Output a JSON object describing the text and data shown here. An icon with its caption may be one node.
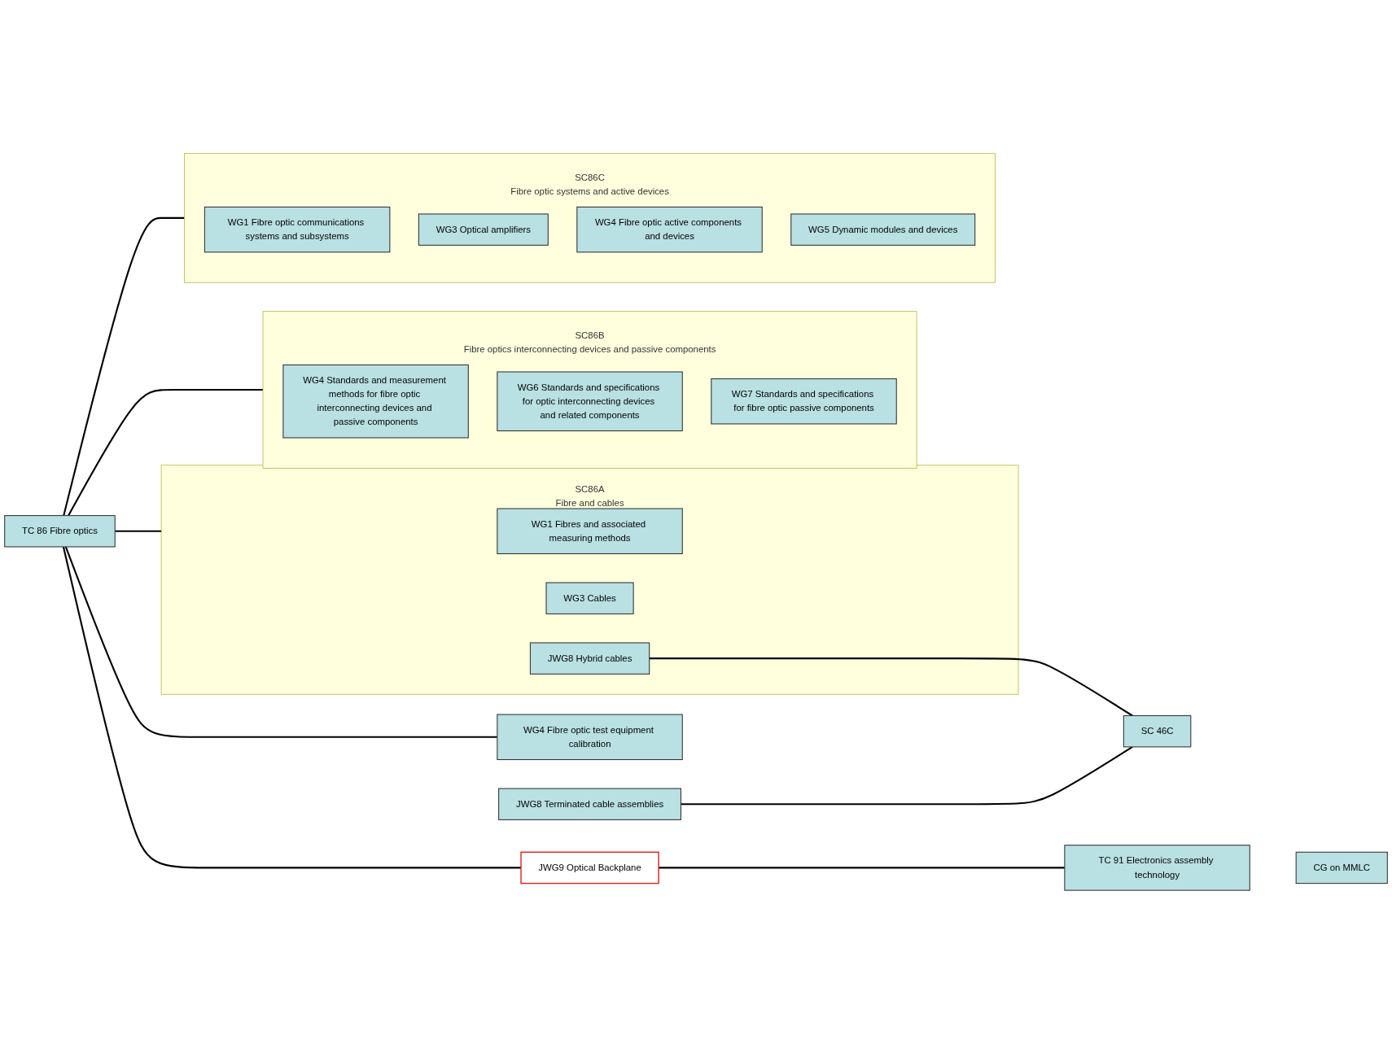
{
  "diagram": {
    "nodes": [
      {
        "text": [
          "TC 86 Fibre optics"
        ]
      },
      {
        "text": [
          "SC86A",
          "Fibre and cables"
        ]
      },
      {
        "text": [
          "WG1 Fibres and associated measuring methods"
        ],
        "in": 1
      },
      {
        "text": [
          "WG3 Cables"
        ],
        "in": 1
      },
      {
        "text": [
          "JWG8 Hybrid cables"
        ],
        "in": 1
      },
      {
        "text": [
          "SC86B",
          "Fibre optics interconnecting devices and passive components"
        ]
      },
      {
        "text": [
          "WG4 Standards and measurement methods for fibre optic interconnecting devices and passive components"
        ],
        "in": 5
      },
      {
        "text": [
          "WG6 Standards and specifications for optic interconnecting devices and related components"
        ],
        "in": 5
      },
      {
        "text": [
          "WG7 Standards and specifications for fibre optic passive components"
        ],
        "in": 5
      },
      {
        "text": [
          "JWG8 Terminated cable assemblies"
        ]
      },
      {
        "text": [
          "SC86C",
          "Fibre optic systems and active devices"
        ]
      },
      {
        "text": [
          "WG1 Fibre optic communications systems and subsystems"
        ],
        "in": 10
      },
      {
        "text": [
          "WG3 Optical amplifiers"
        ],
        "in": 10
      },
      {
        "text": [
          "WG4 Fibre optic active components and devices"
        ],
        "in": 10
      },
      {
        "text": [
          "WG5 Dynamic modules and devices"
        ],
        "in": 10
      },
      {
        "text": [
          "WG4 Fibre optic test equipment calibration"
        ]
      },
      {
        "text": [
          "JWG9 Optical Backplane"
        ]
      },
      {
        "text": [
          "CG on MMLC"
        ]
      },
      {
        "text": [
          "SC 46C"
        ]
      },
      {
        "text": [
          "TC 91 Electronics assembly technology"
        ]
      }
    ],
    "edges": [
      {
        "from": 0,
        "to": 1,
        "arrow": "none"
      },
      {
        "from": 0,
        "to": 5,
        "arrow": "none"
      },
      {
        "from": 0,
        "to": 10,
        "arrow": "none"
      },
      {
        "from": 0,
        "to": 15,
        "arrow": "none"
      },
      {
        "from": 0,
        "to": 16,
        "arrow": "none"
      },
      {
        "from": 4,
        "to": 18,
        "arrow": "none"
      },
      {
        "from": 9,
        "to": 18,
        "arrow": "none"
      },
      {
        "from": 16,
        "to": 19,
        "arrow": "none"
      }
    ]
  }
}
